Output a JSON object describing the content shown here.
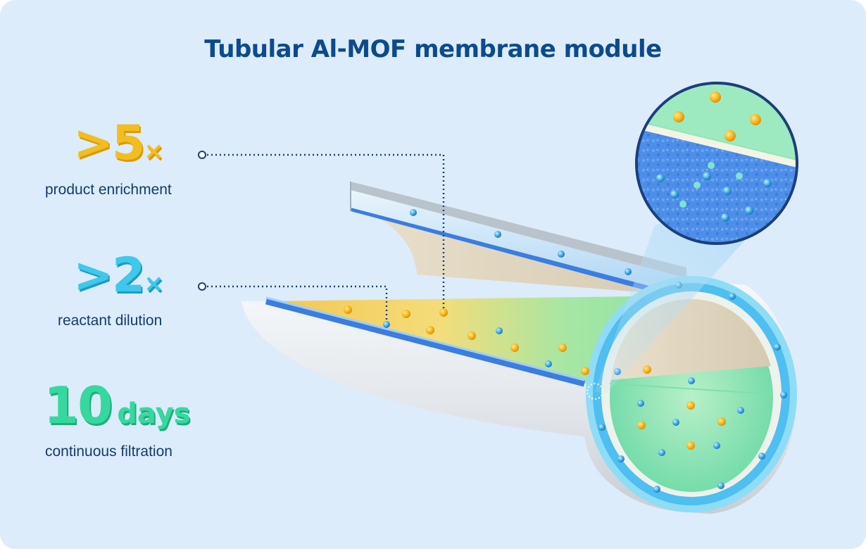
{
  "title": "Tubular Al-MOF membrane module",
  "stats": [
    {
      "value": ">5",
      "unit": "×",
      "label": "product enrichment",
      "color": "#f2be1e"
    },
    {
      "value": ">2",
      "unit": "×",
      "label": "reactant dilution",
      "color": "#3fc8ec"
    },
    {
      "value": "10",
      "unit": "days",
      "label": "continuous filtration",
      "color": "#37d8a0"
    }
  ],
  "colors": {
    "background": "#dcecfb",
    "title": "#0d4a8c",
    "product_particle": "#f5b41a",
    "reactant_particle": "#3aa6e0",
    "membrane": "#3b7de0",
    "channel_flow": "#7ee0a8"
  },
  "icons": [
    "callout-dot-icon",
    "magnifier-circle-icon"
  ]
}
